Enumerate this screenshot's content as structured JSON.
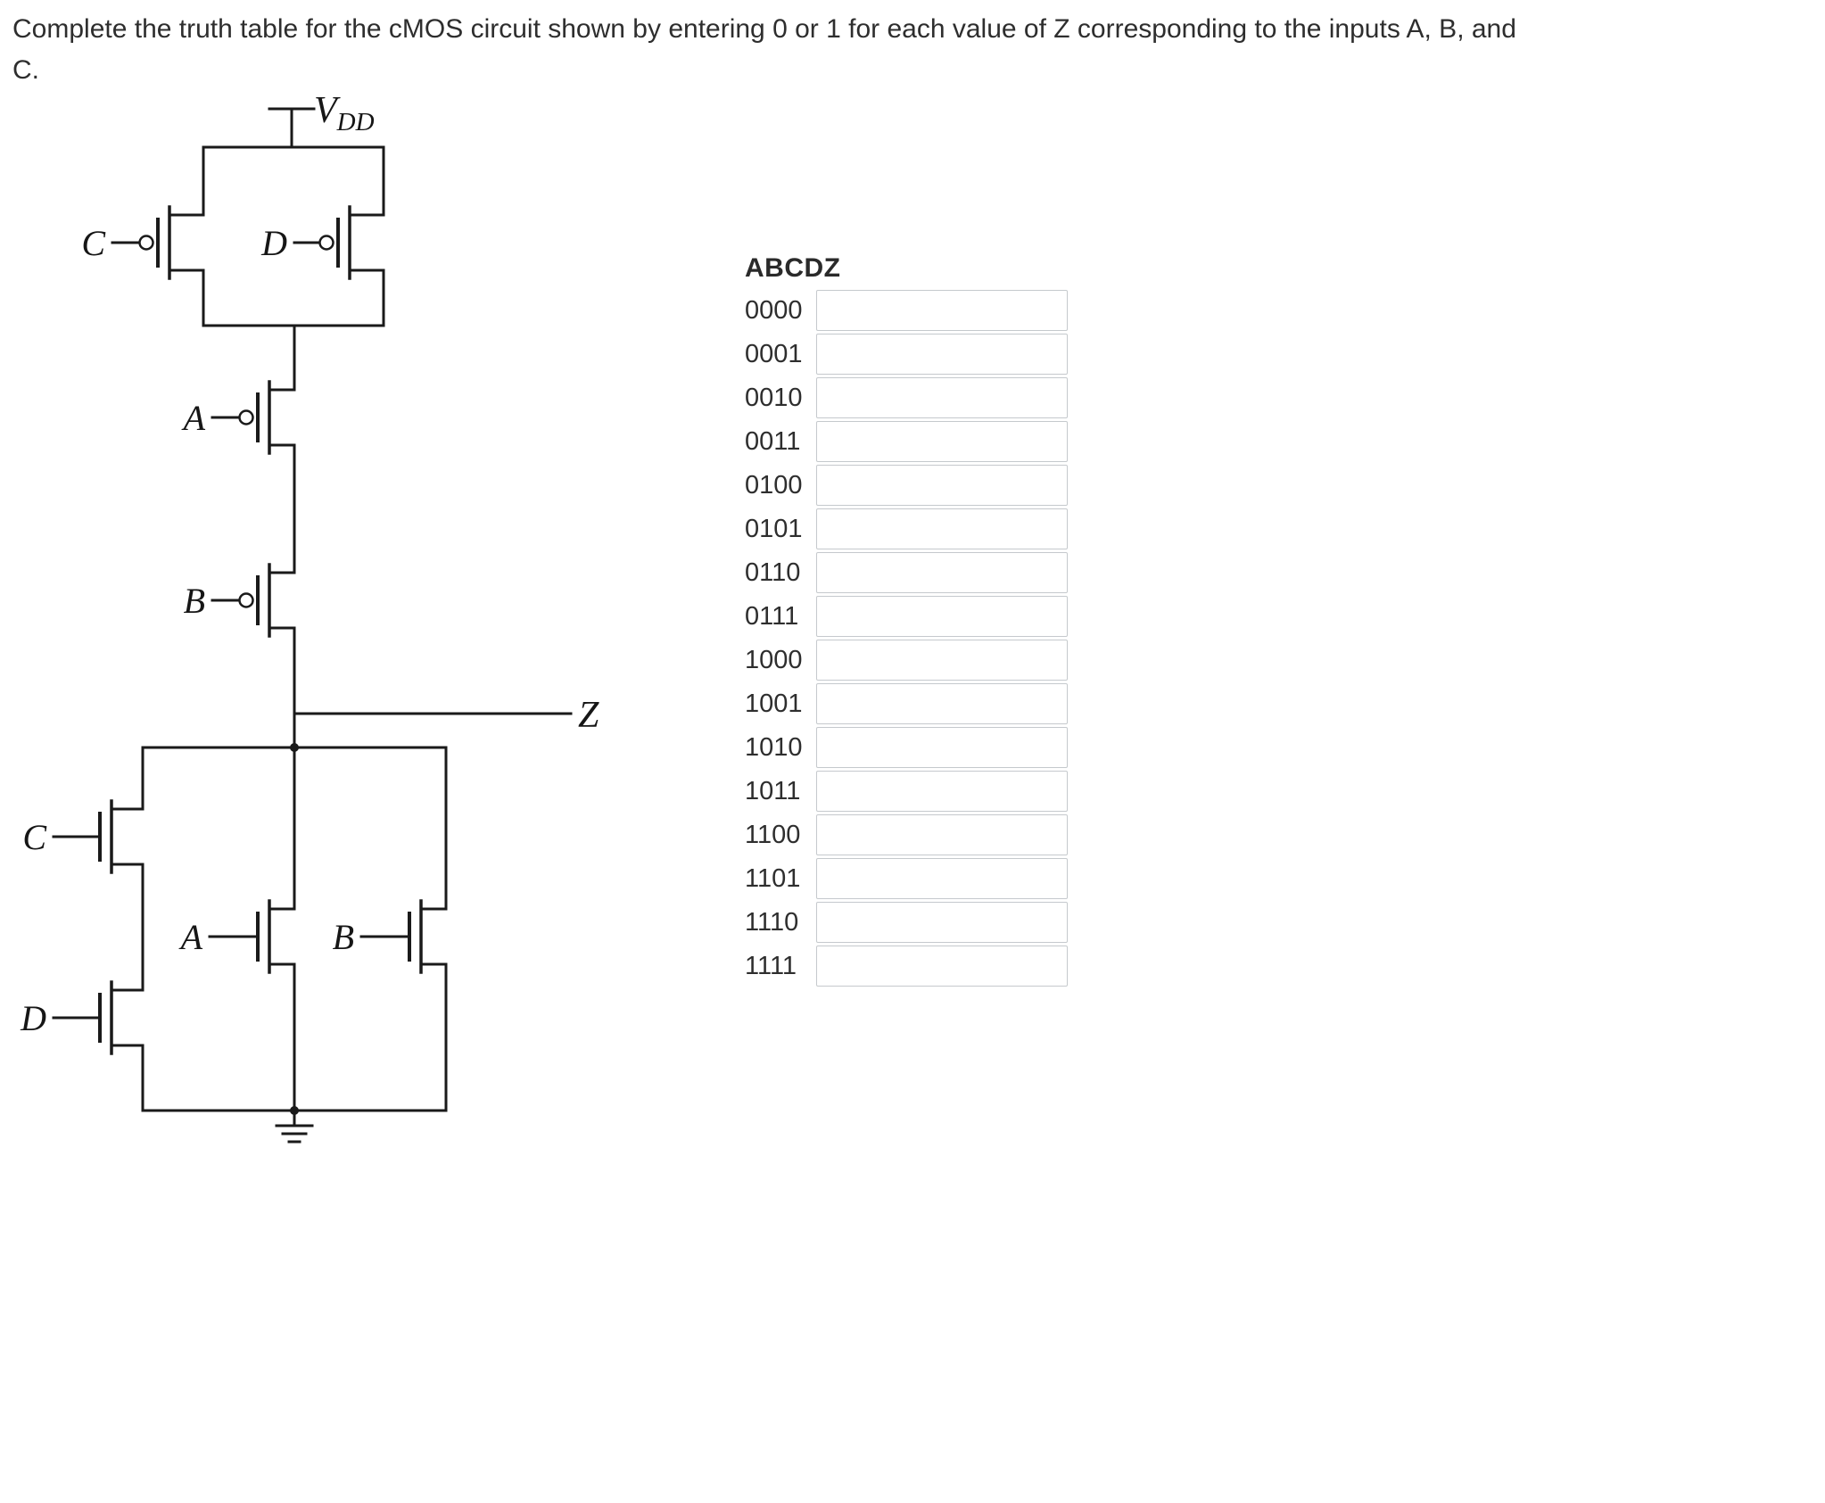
{
  "question": {
    "line1": "Complete the truth table for the cMOS circuit shown by entering 0 or 1 for each value of Z corresponding to the inputs A, B, and",
    "line2": "C."
  },
  "circuit": {
    "power_label": {
      "base": "V",
      "subscript": "DD"
    },
    "output_label": "Z",
    "pullup_pmos": {
      "parallel_pair": [
        "C",
        "D"
      ],
      "series": [
        "A",
        "B"
      ]
    },
    "pulldown_nmos": {
      "series_pair": [
        "C",
        "D"
      ],
      "parallel": [
        "A",
        "B"
      ]
    }
  },
  "truth_table": {
    "header": "ABCDZ",
    "rows": [
      "0000",
      "0001",
      "0010",
      "0011",
      "0100",
      "0101",
      "0110",
      "0111",
      "1000",
      "1001",
      "1010",
      "1011",
      "1100",
      "1101",
      "1110",
      "1111"
    ]
  }
}
